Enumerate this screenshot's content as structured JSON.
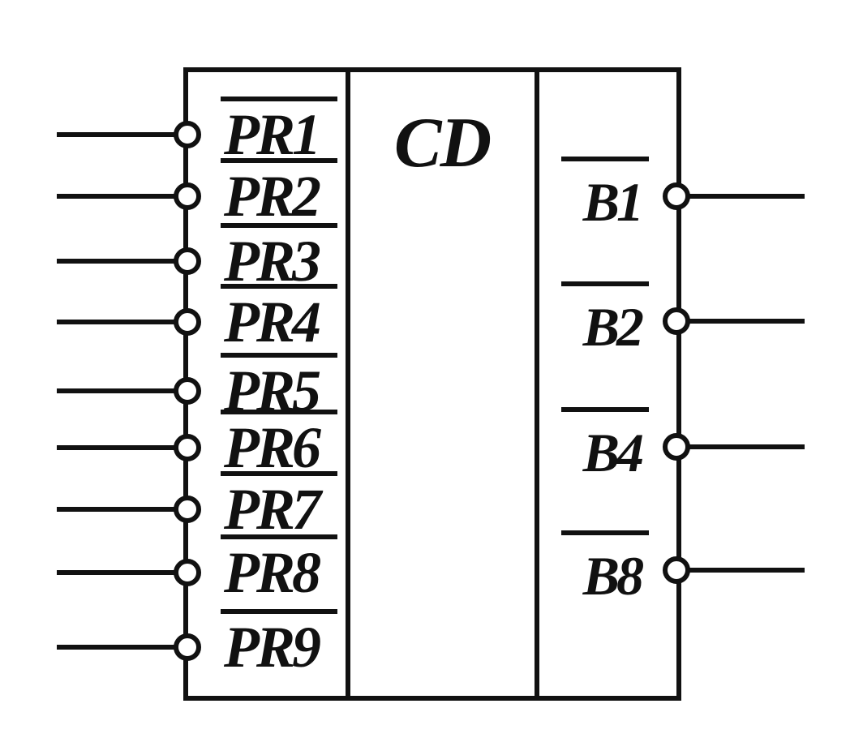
{
  "block": {
    "title": "CD",
    "inputs": [
      {
        "label": "PR1",
        "active_low": true
      },
      {
        "label": "PR2",
        "active_low": true
      },
      {
        "label": "PR3",
        "active_low": true
      },
      {
        "label": "PR4",
        "active_low": true
      },
      {
        "label": "PR5",
        "active_low": true
      },
      {
        "label": "PR6",
        "active_low": true
      },
      {
        "label": "PR7",
        "active_low": true
      },
      {
        "label": "PR8",
        "active_low": true
      },
      {
        "label": "PR9",
        "active_low": true
      }
    ],
    "outputs": [
      {
        "label": "B1",
        "active_low": true
      },
      {
        "label": "B2",
        "active_low": true
      },
      {
        "label": "B4",
        "active_low": true
      },
      {
        "label": "B8",
        "active_low": true
      }
    ]
  }
}
